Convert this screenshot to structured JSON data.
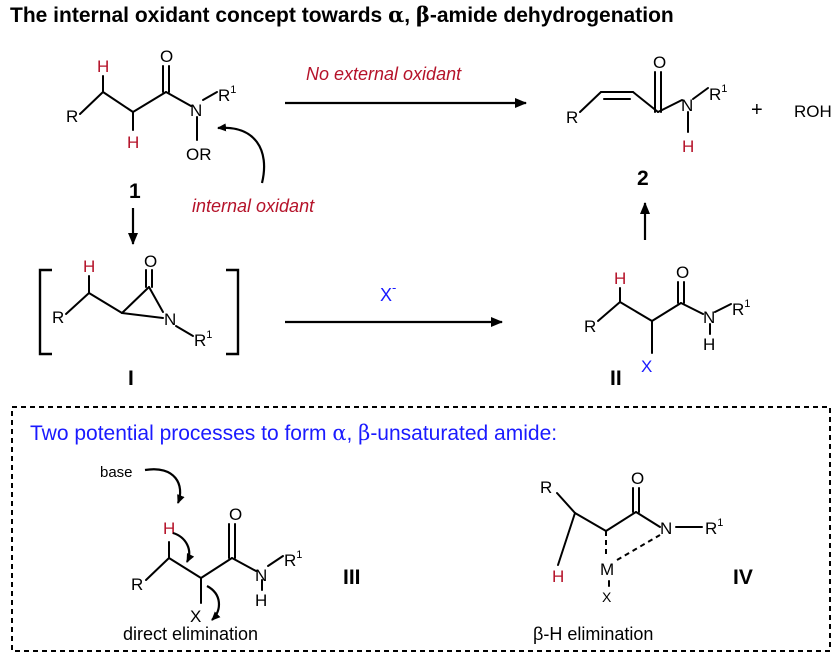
{
  "title_prefix": "The internal oxidant concept towards ",
  "title_alpha": "α",
  "title_mid": ", ",
  "title_beta": "β",
  "title_suffix": "-amide dehydrogenation",
  "atoms": {
    "H": "H",
    "O": "O",
    "N": "N",
    "R": "R",
    "OR": "OR",
    "X": "X",
    "M": "M",
    "ROH": "ROH",
    "sup1": "1",
    "plus": "+",
    "Xminus": "X",
    "minus_sup": "-",
    "minus": "−"
  },
  "compounds": {
    "c1": "1",
    "c2": "2",
    "cI": "I",
    "cII": "II",
    "cIII": "III",
    "cIV": "IV"
  },
  "labels": {
    "no_external_oxidant": "No external oxidant",
    "internal_oxidant": "internal oxidant",
    "base": "base",
    "direct_elimination": "direct elimination",
    "beta_h_elimination": "β-H elimination"
  },
  "box_title": {
    "prefix": "Two potential processes to form ",
    "alpha": "α",
    "mid": ", ",
    "beta": "β",
    "suffix": "-unsaturated amide:"
  },
  "colors": {
    "accent_red": "#b5132a",
    "accent_blue": "#1a1aff",
    "text": "#000000"
  }
}
